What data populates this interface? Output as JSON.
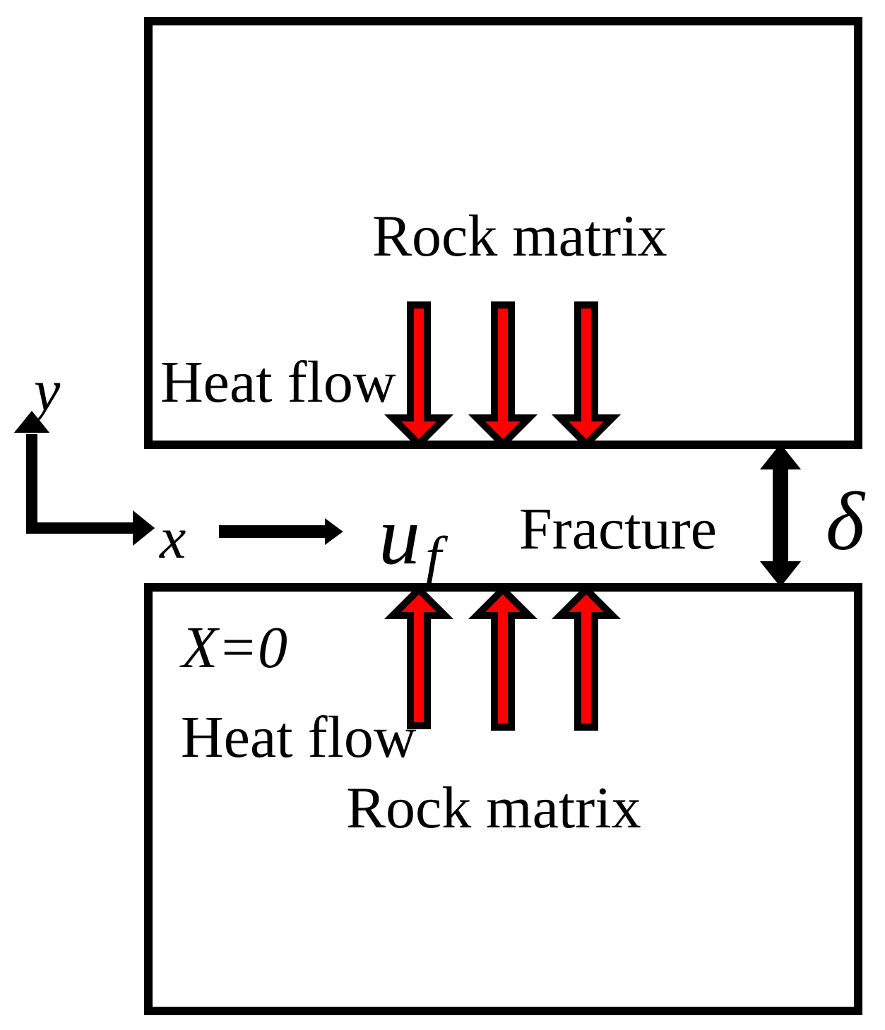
{
  "labels": {
    "top_matrix": "Rock matrix",
    "bottom_matrix": "Rock matrix",
    "top_heat_flow": "Heat flow",
    "bottom_heat_flow": "Heat flow",
    "fracture": "Fracture",
    "y_axis": "y",
    "x_axis": "x",
    "velocity_symbol": "u",
    "velocity_subscript": "f",
    "origin": "X=0",
    "aperture": "δ"
  },
  "colors": {
    "heat_arrow_fill": "#ff0000",
    "stroke": "#000000",
    "background": "#ffffff"
  }
}
